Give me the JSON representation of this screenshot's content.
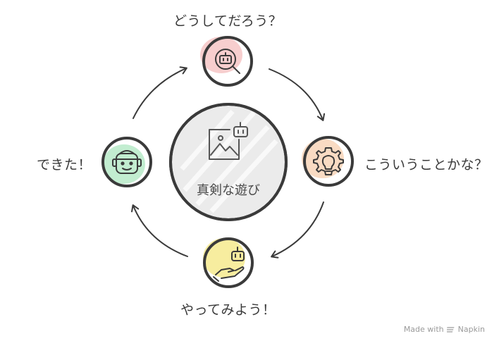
{
  "center": {
    "label": "真剣な遊び"
  },
  "steps": {
    "top": {
      "label": "どうしてだろう？"
    },
    "right": {
      "label": "こういうことかな？"
    },
    "bottom": {
      "label": "やってみよう！"
    },
    "left": {
      "label": "できた！"
    }
  },
  "colors": {
    "top": "#f6c9c9",
    "right": "#f9d9c0",
    "bottom": "#f7ec9a",
    "left": "#bfeccd",
    "center": "#e9e9e9",
    "stroke": "#3a3a3a"
  },
  "icons": {
    "top": "robot-magnifier-icon",
    "right": "gear-bulb-icon",
    "bottom": "robot-hand-icon",
    "left": "robot-face-icon",
    "center": "image-robot-icon"
  },
  "watermark": {
    "text": "Made with",
    "brand": "Napkin"
  }
}
